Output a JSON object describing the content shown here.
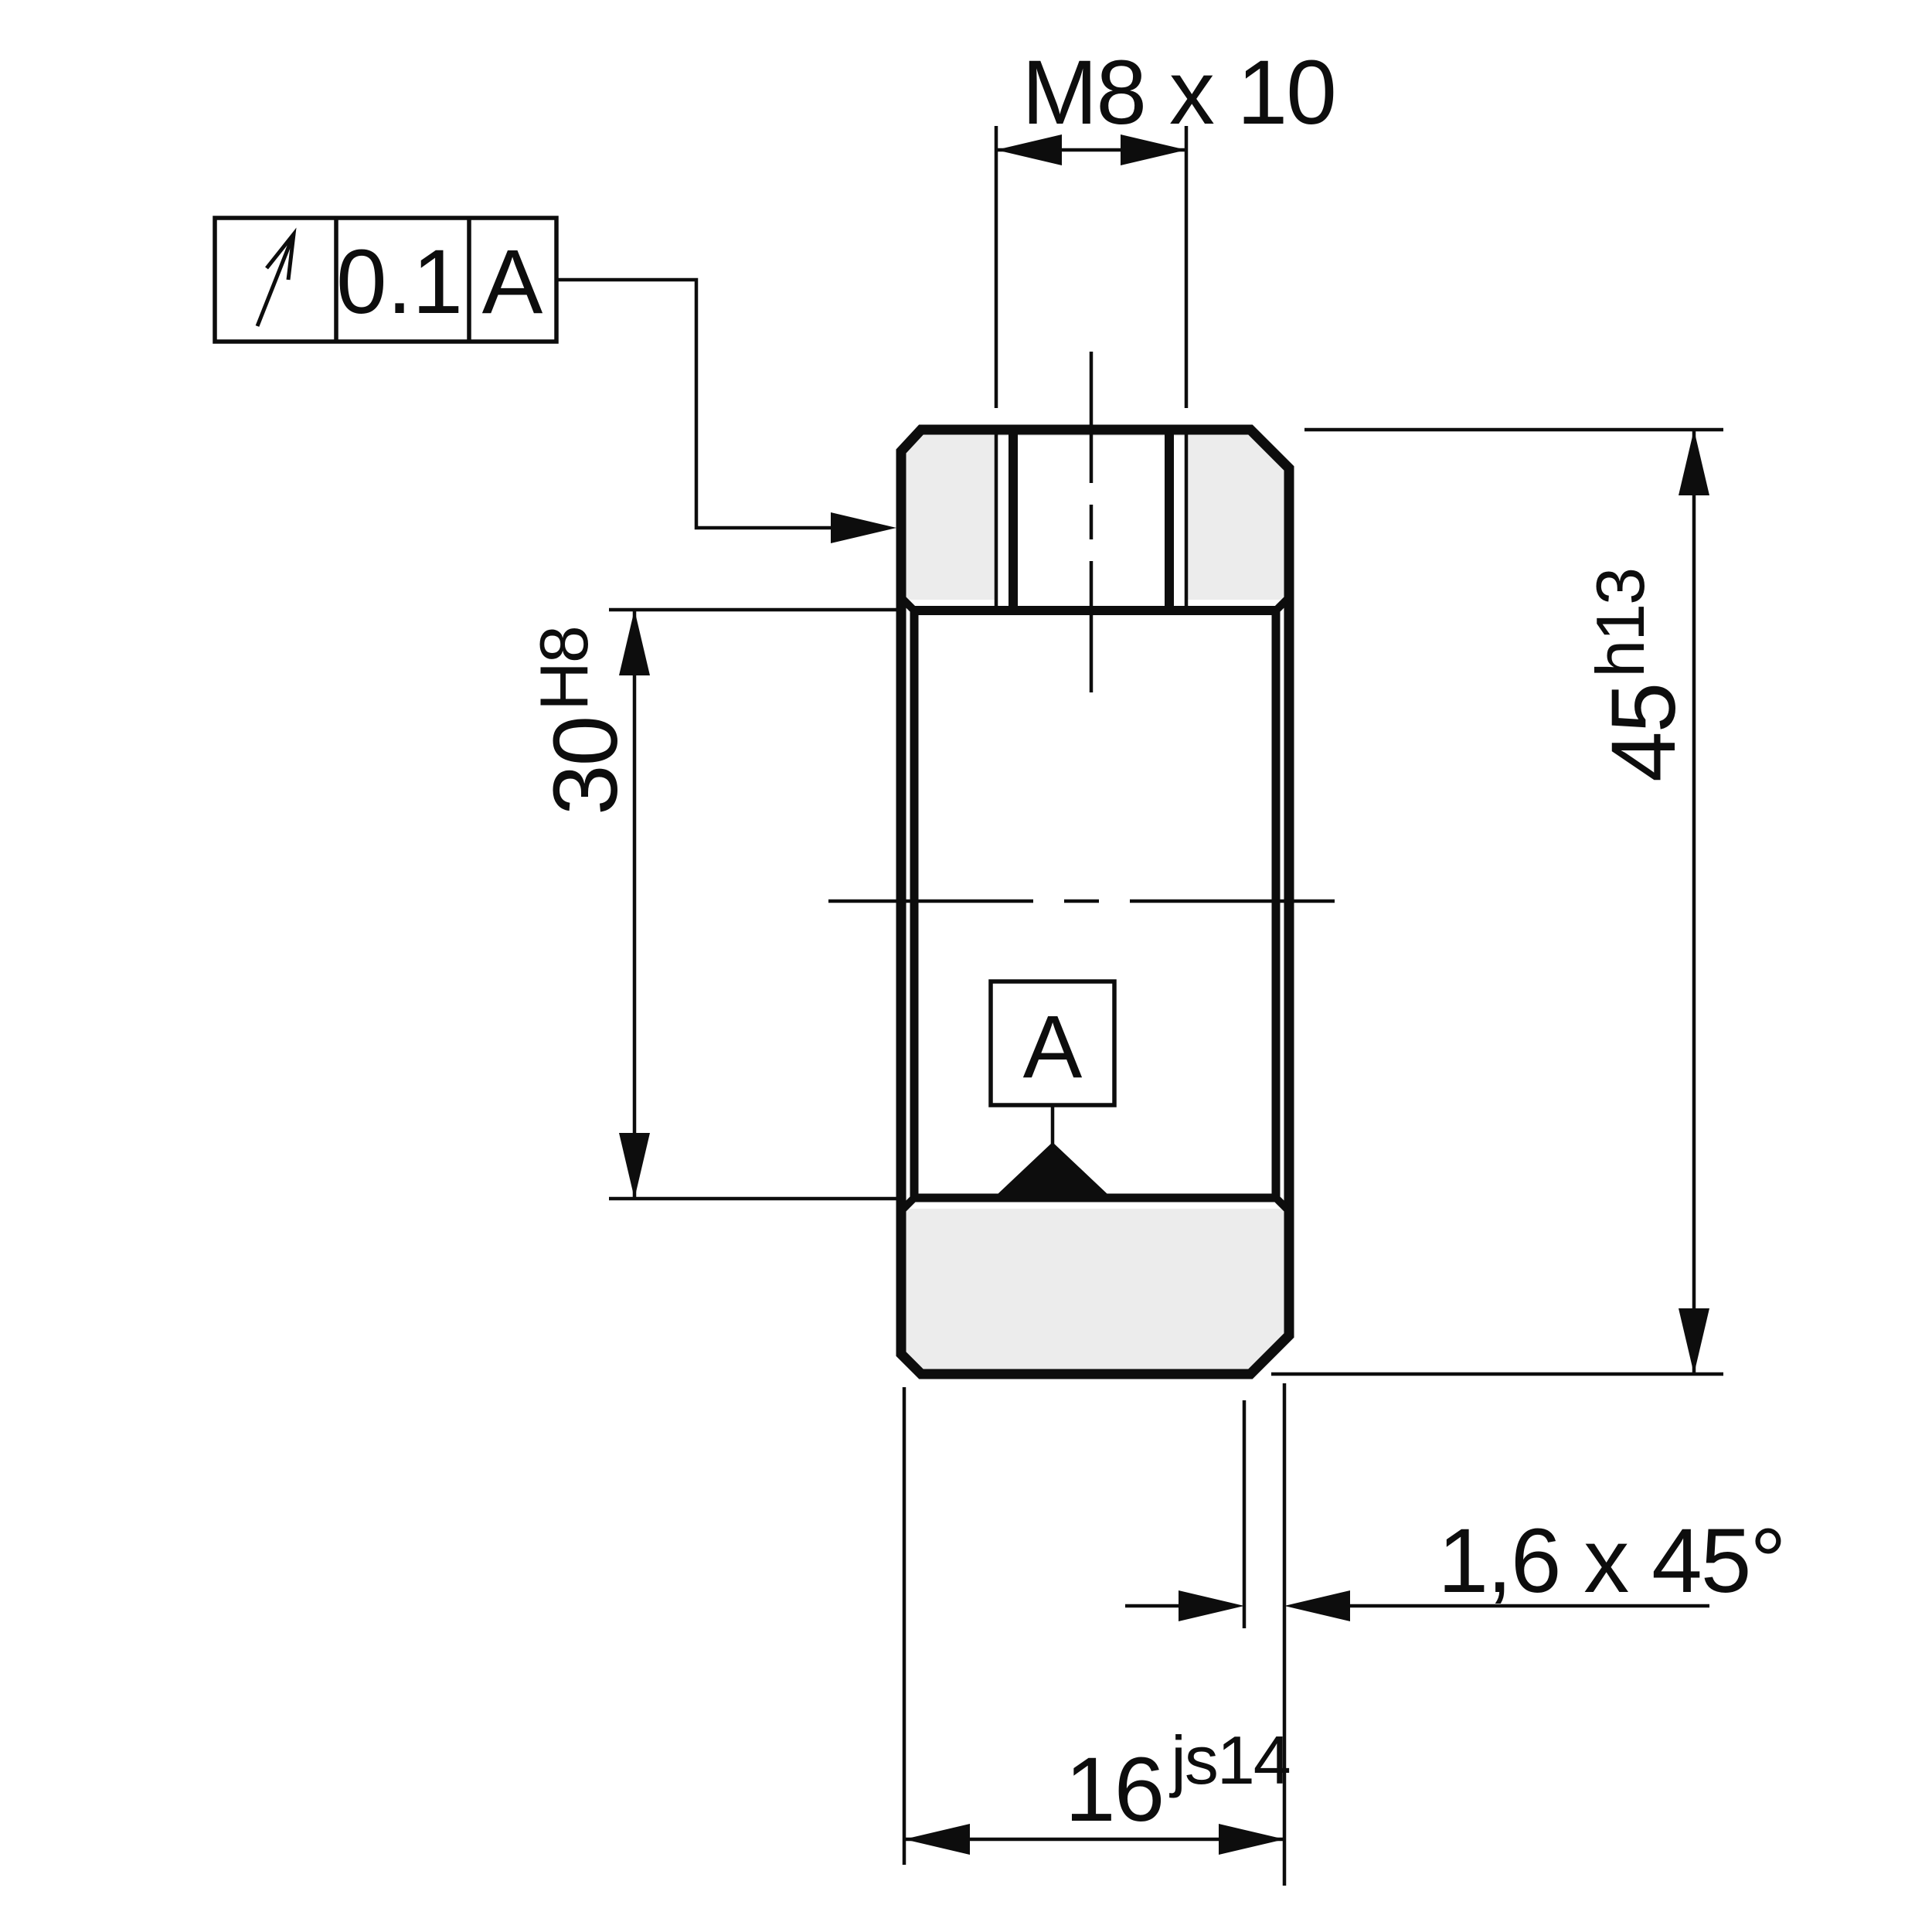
{
  "colors": {
    "background": "#ffffff",
    "line": "#0d0d0d",
    "section_fill": "#ececec"
  },
  "labels": {
    "thread_callout": "M8 x 10",
    "chamfer_callout": "1,6 x 45°"
  },
  "tolerance_frame": {
    "symbol_name": "circular-runout",
    "value": "0.1",
    "datum": "A"
  },
  "datum_feature": {
    "label": "A"
  },
  "dimensions": {
    "bore": {
      "value": "30",
      "fit": "H8"
    },
    "height": {
      "value": "45",
      "fit": "h13"
    },
    "width": {
      "value": "16",
      "fit": "js14"
    }
  }
}
